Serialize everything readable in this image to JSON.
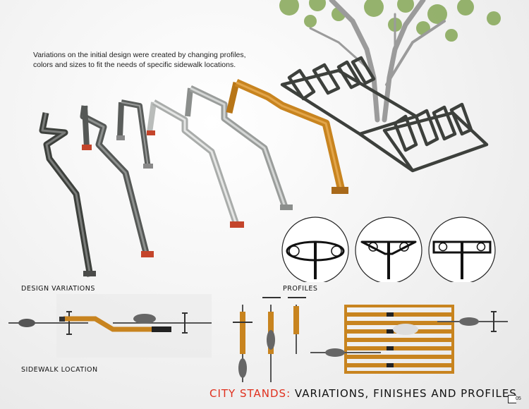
{
  "intro_text": "Variations on the initial design were created by changing profiles, colors and sizes to fit the needs of specific sidewalk locations.",
  "labels": {
    "design_variations": "DESIGN VARIATIONS",
    "profiles": "PROFILES",
    "sidewalk_location": "SIDEWALK LOCATION"
  },
  "footer": {
    "title_accent": "CITY STANDS:",
    "title_rest": " VARIATIONS, FINISHES AND PROFILES",
    "page_number": "05"
  },
  "colors": {
    "accent_red": "#e0301e",
    "orange_finish": "#c8841f",
    "dark_steel": "#3d403c",
    "grey_steel": "#7a7d7c",
    "silver_steel": "#c9cbc9",
    "rubber_red": "#c4452b"
  }
}
